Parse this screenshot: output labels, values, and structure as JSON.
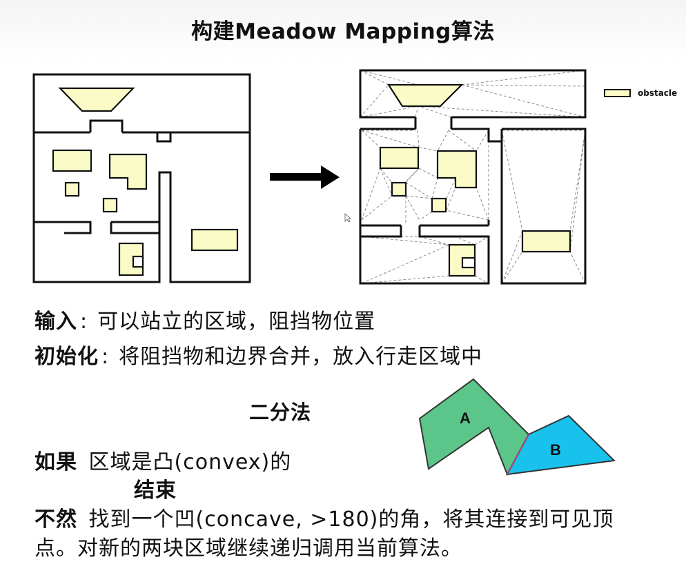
{
  "title": "构建Meadow Mapping算法",
  "legend_label": "obstacle",
  "input_label": "输入",
  "input_sep": ":",
  "input_text": "可以站立的区域，阻挡物位置",
  "init_label": "初始化",
  "init_sep": ":",
  "init_text": "将阻挡物和边界合并，放入行走区域中",
  "method_title": "二分法",
  "if_label": "如果",
  "if_text": "区域是凸(convex)的",
  "end_label": "结束",
  "else_label": "不然",
  "else_text_1": "找到一个凹(concave, >180)的角，将其连接到可见顶",
  "else_text_2": "点。对新的两块区域继续递归调用当前算法。",
  "region_a": "A",
  "region_b": "B",
  "colors": {
    "obstacle_fill": "#fbfbc8",
    "region_a": "#5cc58a",
    "region_b": "#19c2ec",
    "dash": "#8a8a8a"
  }
}
